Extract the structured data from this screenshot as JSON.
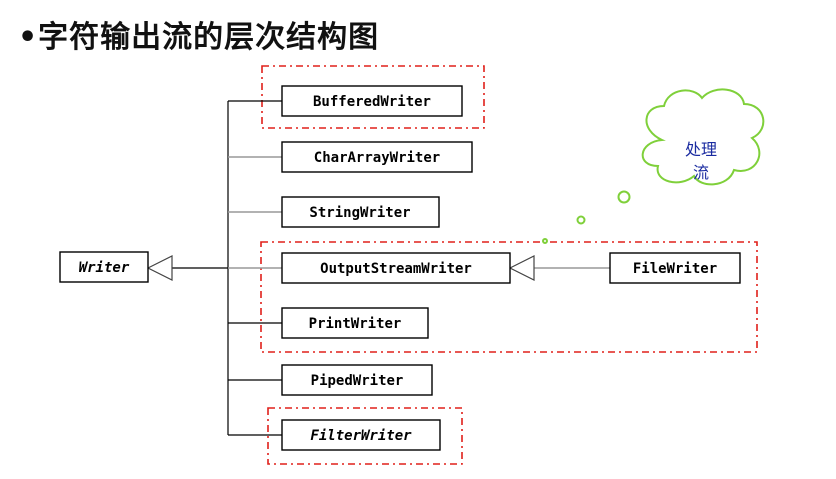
{
  "title": "•字符输出流的层次结构图",
  "root": {
    "label": "Writer"
  },
  "subclasses": [
    {
      "label": "BufferedWriter"
    },
    {
      "label": "CharArrayWriter"
    },
    {
      "label": "StringWriter"
    },
    {
      "label": "OutputStreamWriter"
    },
    {
      "label": "PrintWriter"
    },
    {
      "label": "PipedWriter"
    },
    {
      "label": "FilterWriter"
    }
  ],
  "grandchild": {
    "label": "FileWriter",
    "parent": "OutputStreamWriter"
  },
  "callout": {
    "line1": "处理",
    "line2": "流"
  },
  "colors": {
    "highlight_border": "#e0201a",
    "cloud_border": "#7fd03a",
    "cloud_text": "#1a2ba0"
  }
}
